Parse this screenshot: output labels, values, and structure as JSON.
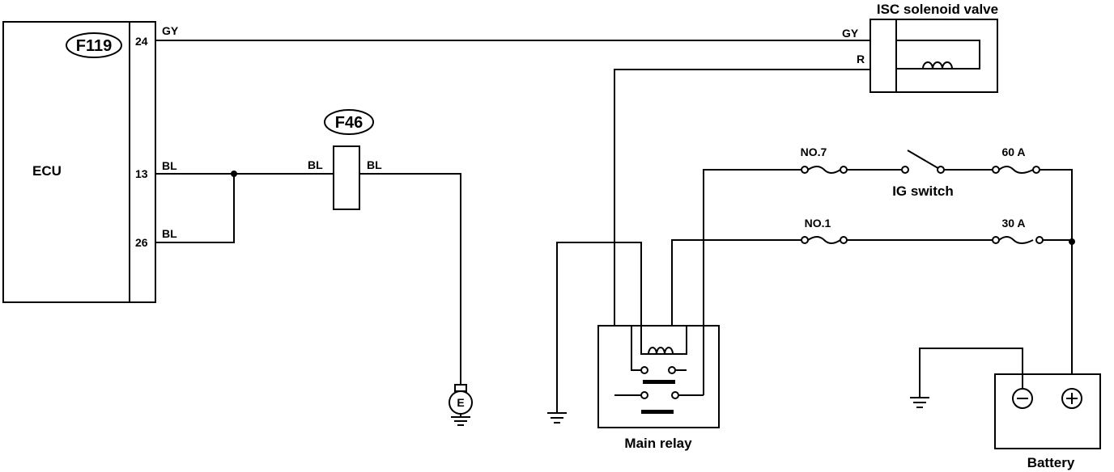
{
  "ecu": {
    "label": "ECU",
    "connector": "F119",
    "pins": {
      "p24": "24",
      "p13": "13",
      "p26": "26"
    }
  },
  "wires": {
    "gy_ecu": "GY",
    "bl_13": "BL",
    "bl_26": "BL",
    "bl_f46_in": "BL",
    "bl_f46_out": "BL",
    "gy_isc": "GY",
    "r_isc": "R"
  },
  "connector_f46": "F46",
  "isc_valve": {
    "label": "ISC solenoid valve"
  },
  "main_relay": {
    "label": "Main relay"
  },
  "fuses": {
    "no7": "NO.7",
    "no1": "NO.1",
    "a60": "60 A",
    "a30": "30 A"
  },
  "ig_switch": {
    "label": "IG switch"
  },
  "battery": {
    "label": "Battery"
  },
  "ground_e": {
    "label": "E"
  }
}
